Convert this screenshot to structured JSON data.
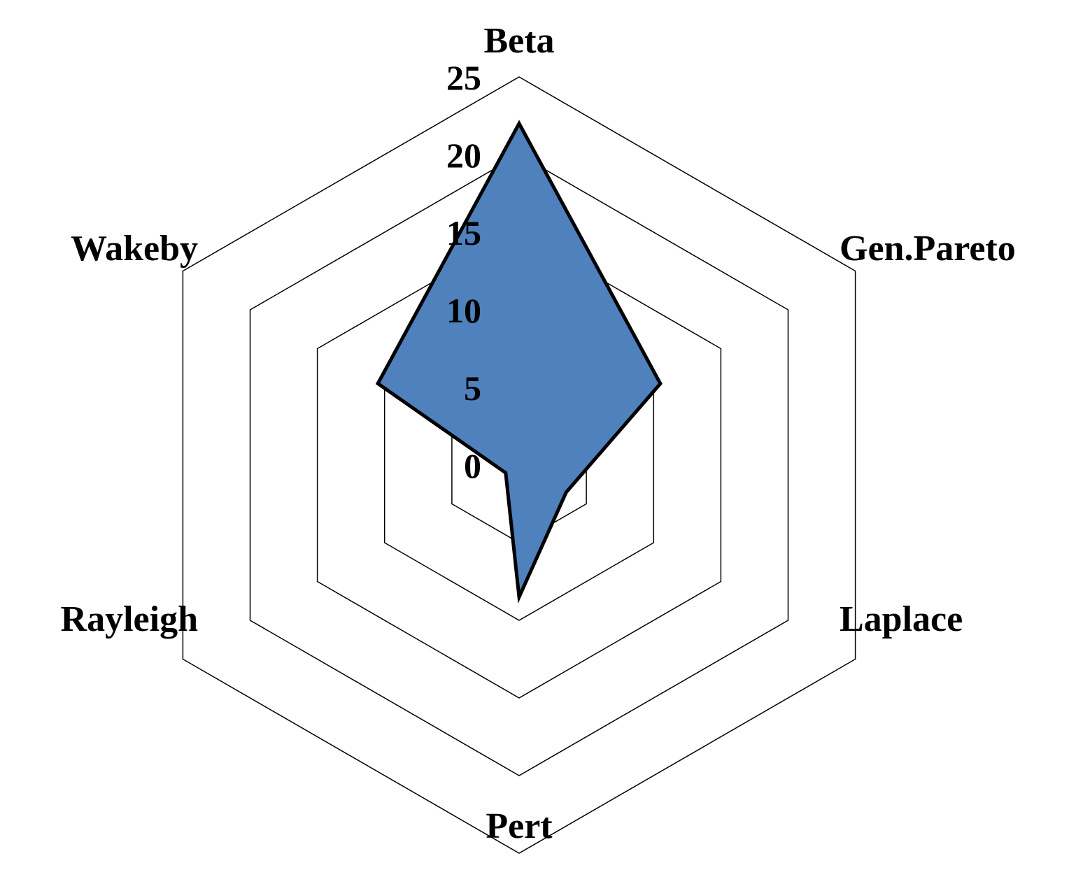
{
  "chart_data": {
    "type": "radar",
    "categories": [
      "Beta",
      "Gen.Pareto",
      "Laplace",
      "Pert",
      "Rayleigh",
      "Wakeby"
    ],
    "series": [
      {
        "values": [
          22,
          10.5,
          3.5,
          8.5,
          1,
          10.5
        ]
      }
    ],
    "rlim": [
      0,
      25
    ],
    "ticks": [
      "0",
      "5",
      "10",
      "15",
      "20",
      "25"
    ],
    "grid": true,
    "legend": "none",
    "fill_color": "#4F81BD",
    "line_color": "#000000"
  }
}
